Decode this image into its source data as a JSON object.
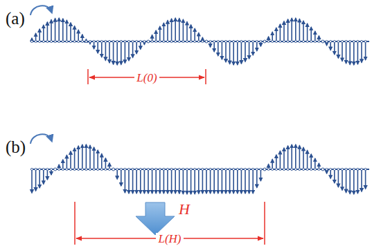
{
  "diagram": {
    "labels": [
      "(a)",
      "L(0)",
      "(b)",
      "L(H)",
      "H"
    ]
  }
}
